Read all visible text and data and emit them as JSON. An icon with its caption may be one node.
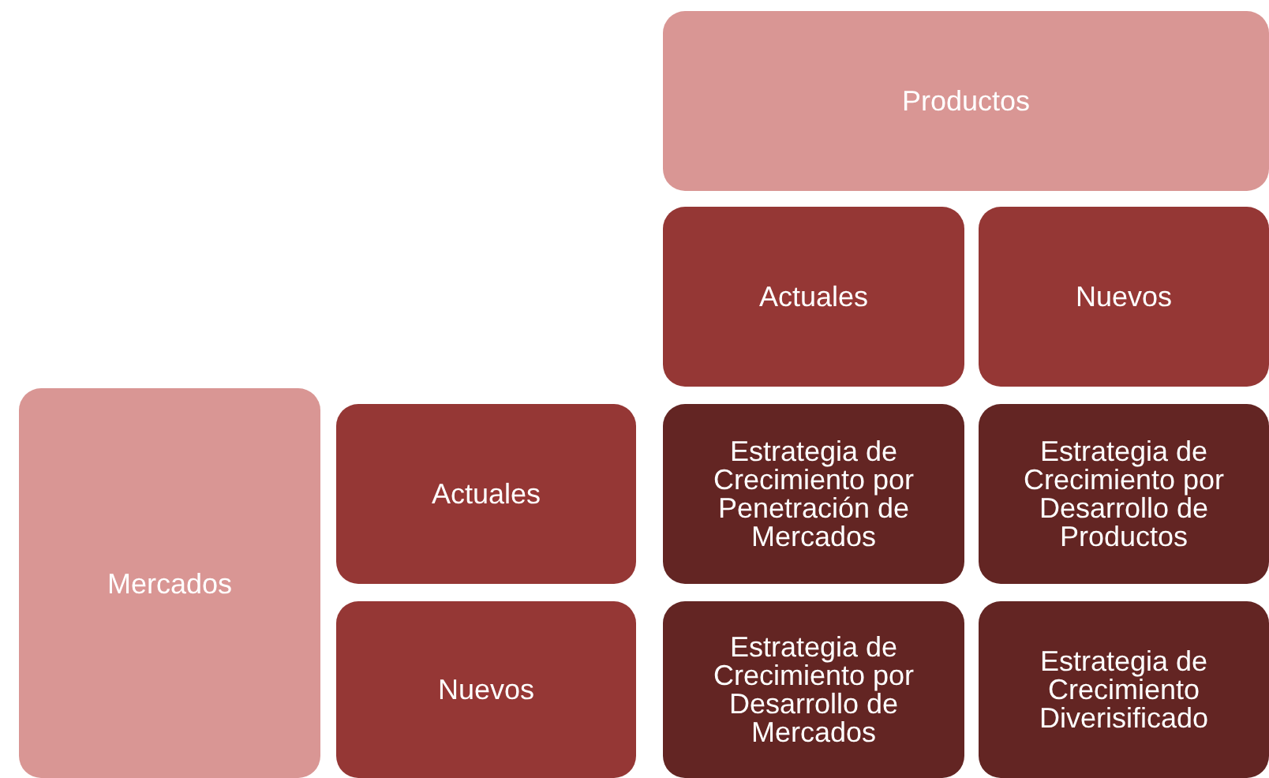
{
  "diagram": {
    "nodes": [
      {
        "text": [
          "Productos"
        ]
      },
      {
        "text": [
          "Actuales"
        ]
      },
      {
        "text": [
          "Nuevos"
        ]
      },
      {
        "text": [
          "Mercados"
        ]
      },
      {
        "text": [
          "Actuales"
        ]
      },
      {
        "text": [
          "Estrategia de Crecimiento por Penetración de Mercados"
        ]
      },
      {
        "text": [
          "Estrategia de Crecimiento por Desarrollo de Productos"
        ]
      },
      {
        "text": [
          "Nuevos"
        ]
      },
      {
        "text": [
          "Estrategia de Crecimiento por Desarrollo de Mercados"
        ]
      },
      {
        "text": [
          "Estrategia de Crecimiento Diverisificado"
        ]
      }
    ]
  }
}
